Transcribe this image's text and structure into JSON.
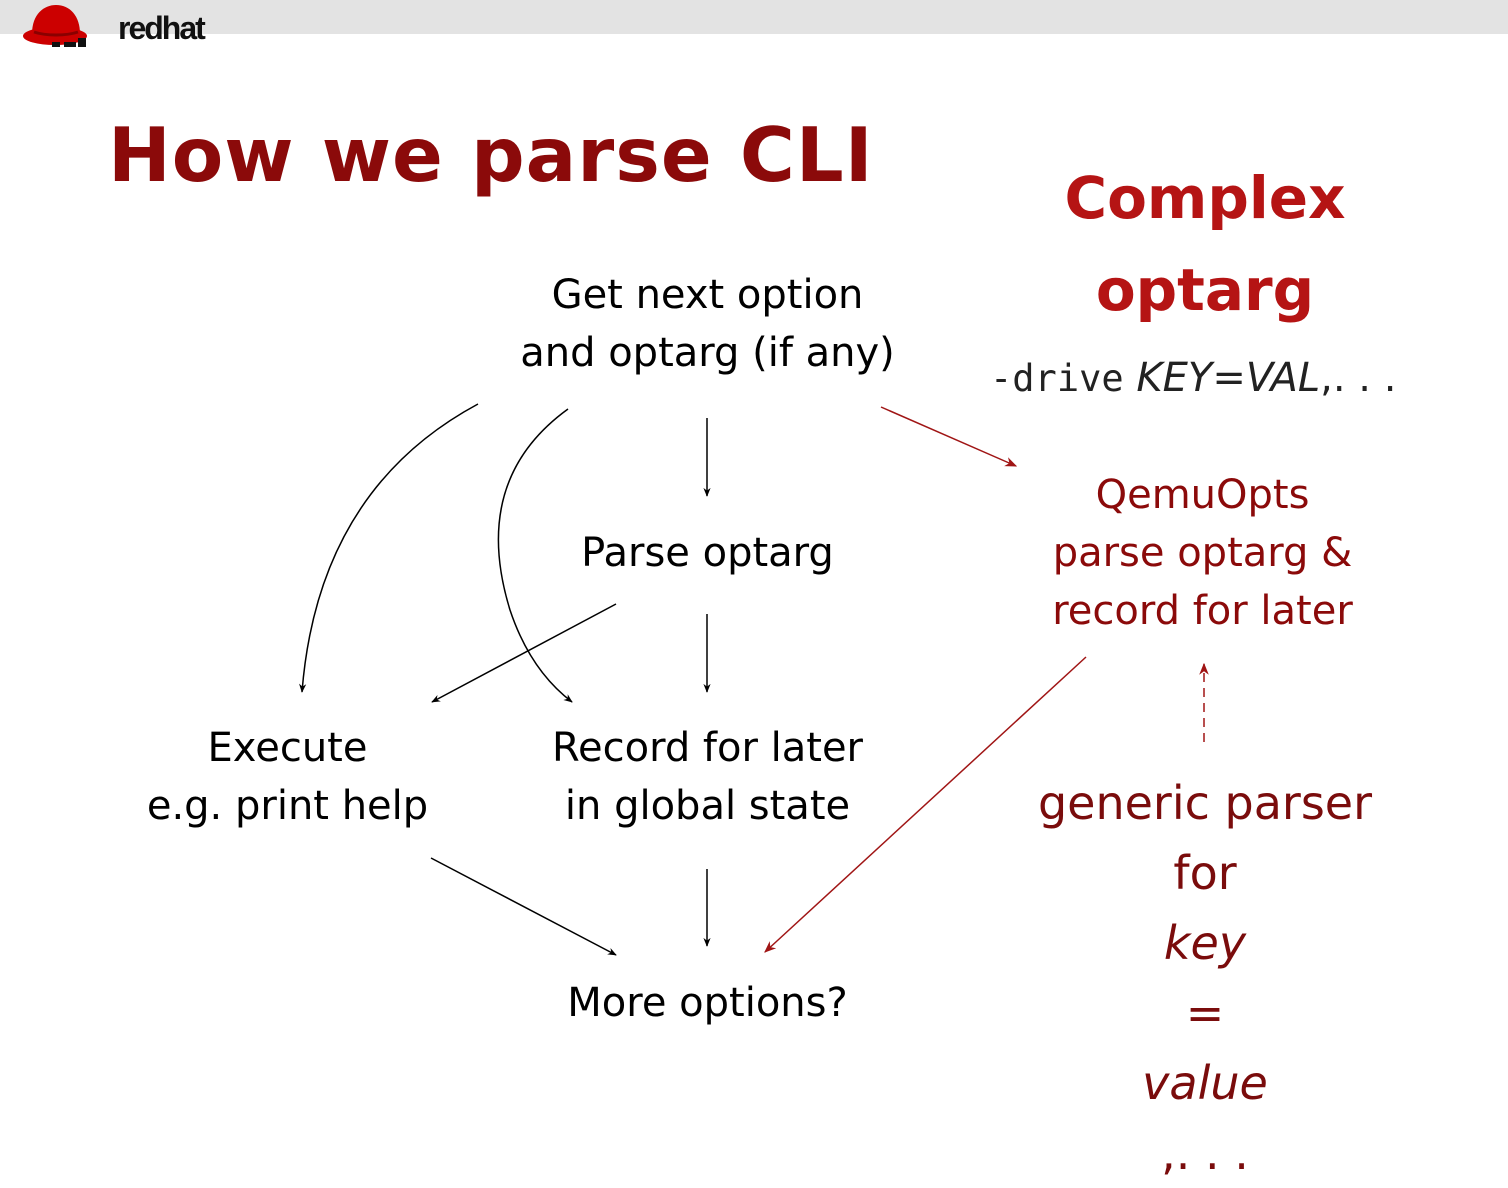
{
  "logo": {
    "text": "redhat",
    "icon": "redhat-shadowman-icon"
  },
  "title": "How we parse CLI",
  "side_title": {
    "line1": "Complex",
    "line2": "optarg"
  },
  "syntax": {
    "flag": "-drive",
    "key": "KEY",
    "eq": "=",
    "val": "VAL",
    "rest": ",. . ."
  },
  "nodes": {
    "get_next": {
      "line1": "Get next option",
      "line2": "and optarg (if any)"
    },
    "parse_optarg": {
      "line1": "Parse optarg"
    },
    "execute": {
      "line1": "Execute",
      "line2": "e.g. print help"
    },
    "record": {
      "line1": "Record for later",
      "line2": "in global state"
    },
    "more": {
      "line1": "More options?"
    },
    "qemuopts": {
      "line1": "QemuOpts",
      "line2": "parse optarg &",
      "line3": "record for later"
    }
  },
  "generic_parser": {
    "line1": "generic parser",
    "for": "for ",
    "key": "key",
    "eq": "=",
    "value": "value",
    "rest": ",. . ."
  },
  "colors": {
    "title_red": "#8b0a0a",
    "accent_red": "#b51414",
    "edge_black": "#000000",
    "edge_red": "#a01515",
    "topbar": "#e3e3e3"
  }
}
